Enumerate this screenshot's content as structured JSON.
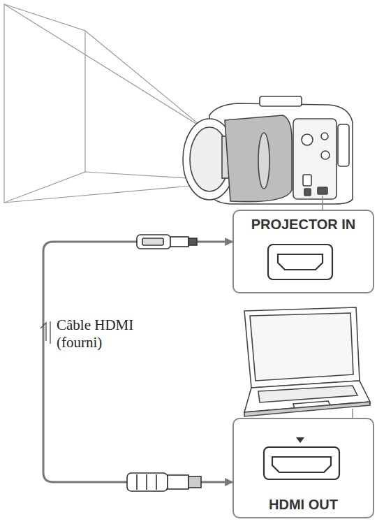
{
  "diagram": {
    "nodes": [
      {
        "text": [
          "PROJECTOR IN"
        ]
      },
      {
        "text": [
          "HDMI OUT"
        ]
      }
    ],
    "edges": [
      {
        "from": 0,
        "to": 1,
        "arrow": "both",
        "label": "Câble HDMI (fourni)"
      }
    ]
  }
}
